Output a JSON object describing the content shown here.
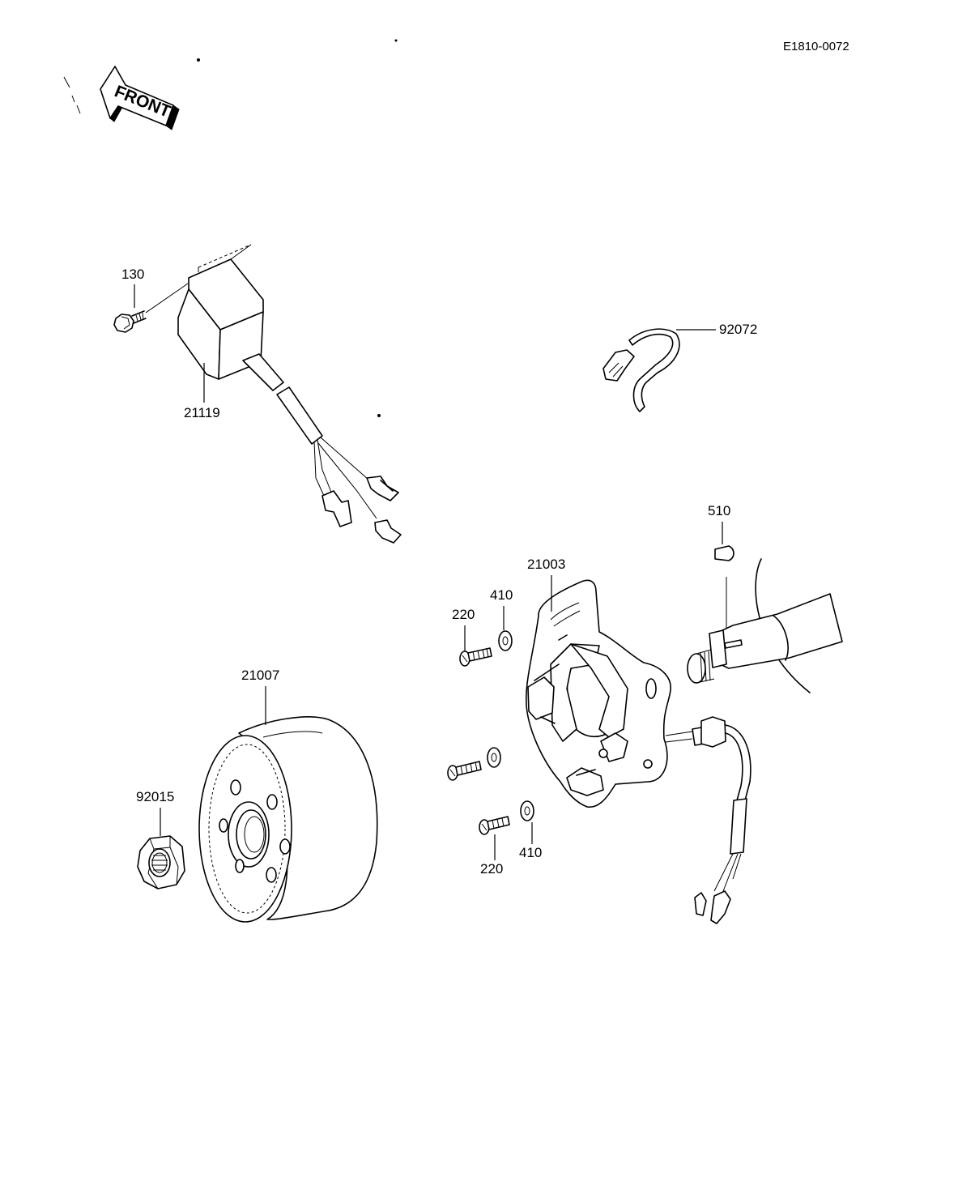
{
  "document": {
    "code": "E1810-0072"
  },
  "front_arrow": {
    "label": "FRONT"
  },
  "parts": [
    {
      "number": "130"
    },
    {
      "number": "21119"
    },
    {
      "number": "92072"
    },
    {
      "number": "510"
    },
    {
      "number": "21003"
    },
    {
      "number": "410"
    },
    {
      "number": "220"
    },
    {
      "number": "21007"
    },
    {
      "number": "92015"
    },
    {
      "number": "220"
    },
    {
      "number": "410"
    }
  ]
}
